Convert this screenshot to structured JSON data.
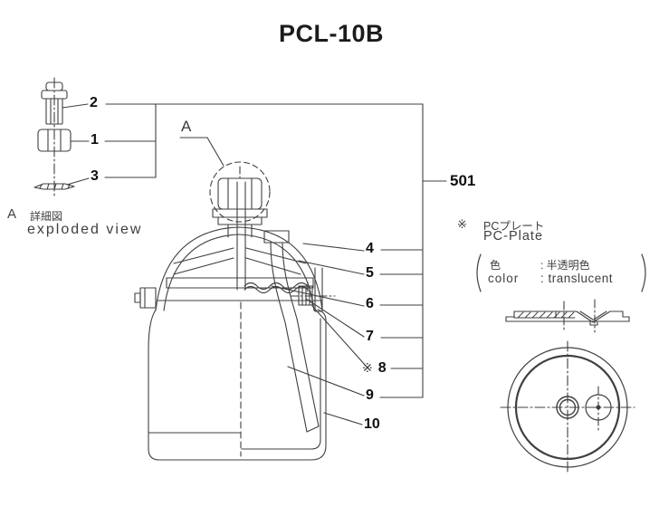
{
  "title": "PCL-10B",
  "callouts": {
    "c1": "1",
    "c2": "2",
    "c3": "3",
    "c4": "4",
    "c5": "5",
    "c6": "6",
    "c7": "7",
    "c8_marker": "※",
    "c8": "8",
    "c9": "9",
    "c10": "10",
    "c501": "501",
    "detail_ref": "A"
  },
  "detail_note": {
    "marker": "A",
    "title_jp": "詳細図",
    "title_en": "exploded view"
  },
  "pc_plate_note": {
    "marker": "※",
    "name_jp": "PCプレート",
    "name_en": "PC-Plate",
    "spec_rows": [
      {
        "label": "色",
        "value": ": 半透明色"
      },
      {
        "label": "color",
        "value": ": translucent"
      }
    ]
  },
  "colors": {
    "line_color": "#3f3f3f",
    "label_color": "#111111"
  }
}
